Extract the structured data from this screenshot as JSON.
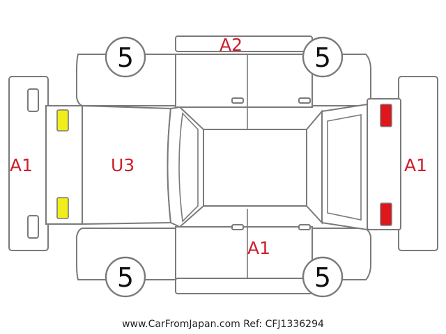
{
  "colors": {
    "line": "#7a7a7a",
    "code_text": "#cc1f2a",
    "yellow_light": "#f2ee1a",
    "red_light": "#e0161c"
  },
  "codes": {
    "front_bumper": "A1",
    "rear_bumper": "A1",
    "roof": "U3",
    "top_door_area": "A2",
    "bottom_door_area": "A1"
  },
  "tires": {
    "front_left": "5",
    "front_right": "5",
    "rear_left": "5",
    "rear_right": "5"
  },
  "footer_text": "www.CarFromJapan.com Ref: CFJ1336294"
}
